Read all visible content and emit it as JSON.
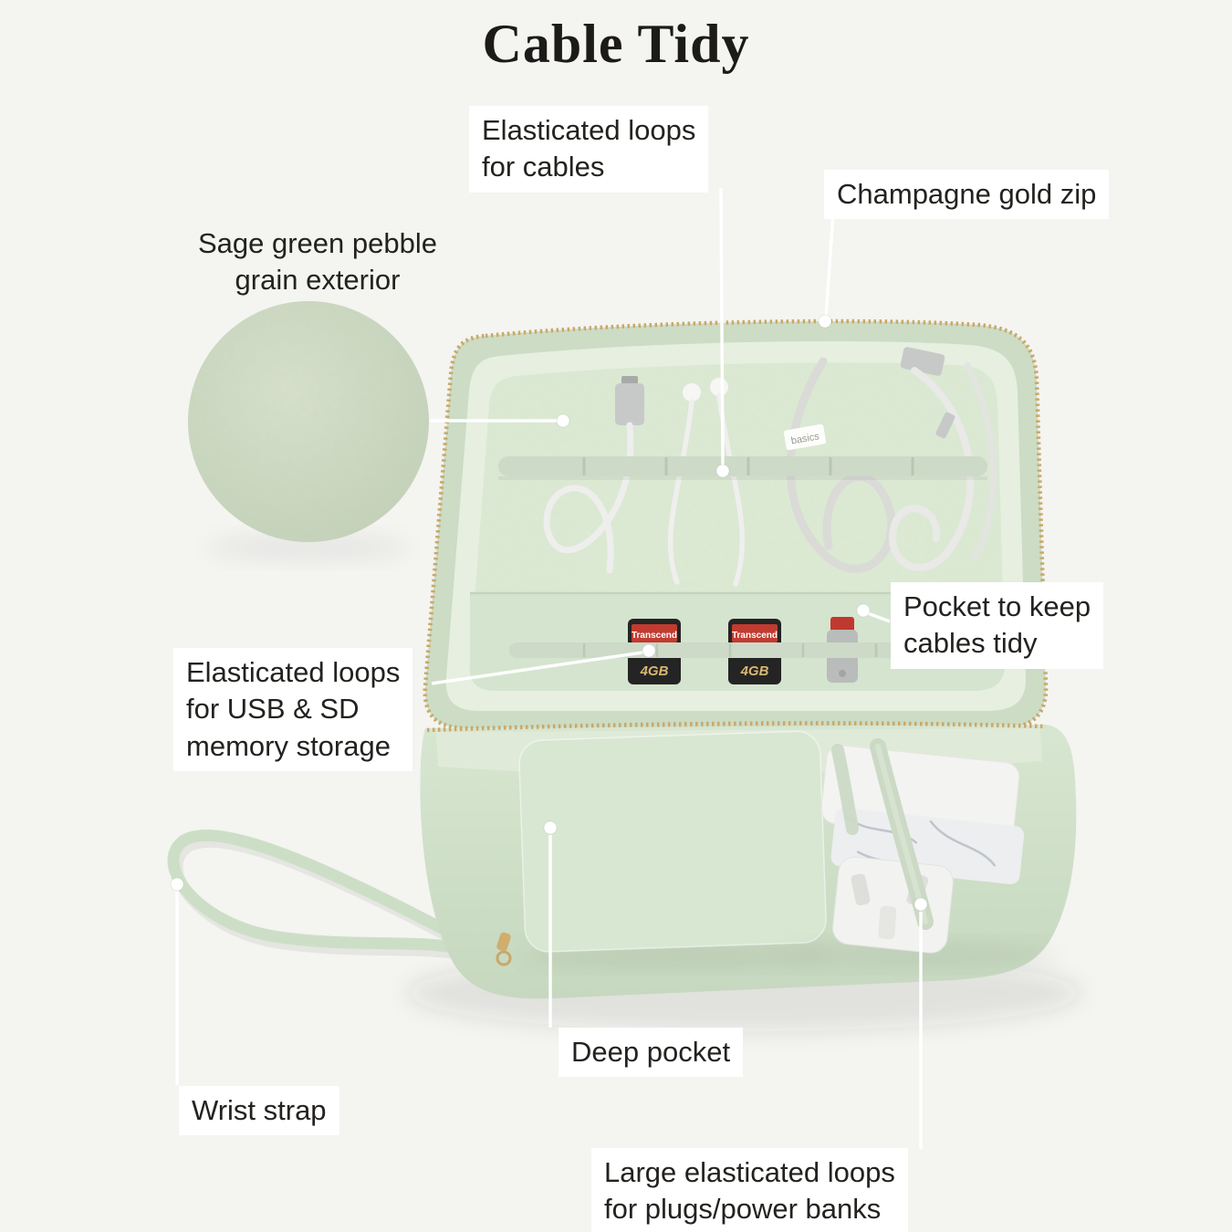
{
  "title": "Cable Tidy",
  "callouts": {
    "elastic_cables": "Elasticated loops\nfor cables",
    "champagne_zip": "Champagne gold zip",
    "sage_exterior": "Sage green pebble\ngrain exterior",
    "pocket_tidy": "Pocket to keep\ncables tidy",
    "usb_sd": "Elasticated loops\nfor USB & SD\nmemory storage",
    "deep_pocket": "Deep pocket",
    "wrist_strap": "Wrist strap",
    "large_loops": "Large elasticated loops\nfor plugs/power banks"
  },
  "product_text": {
    "sd_brand": "Transcend",
    "sd_capacity": "4GB",
    "cable_tag": "basics"
  },
  "colors": {
    "page_background": "#f4f4f1",
    "label_background": "#ffffff",
    "label_text": "#23221f",
    "case_exterior": "#ccdcc5",
    "case_interior_lining": "#e6efe0",
    "pebble_panel": "#dcead4",
    "pocket_green": "#d5e4ce",
    "elastic_band": "#ccdac7",
    "zip_gold": "#c9a869",
    "cable_white": "#eeeeed",
    "sd_card_red": "#c23b30",
    "sd_capacity_gold": "#d9b873"
  }
}
